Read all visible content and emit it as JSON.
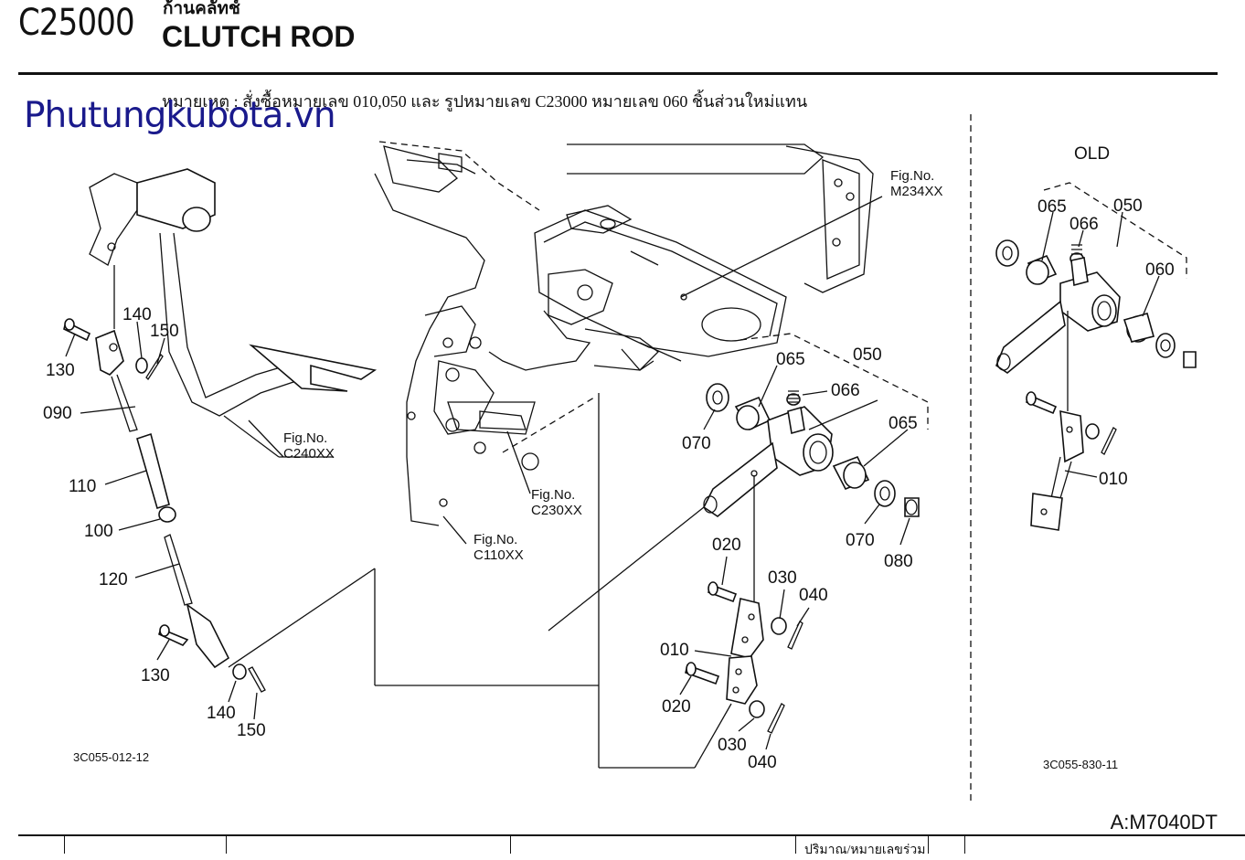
{
  "header": {
    "code": "C25000",
    "title_th": "ก้านคลัทช์",
    "title_en": "CLUTCH ROD",
    "note": "หมายเหตุ : สั่งซื้อหมายเลข 010,050 และ รูปหมายเลข C23000 หมายเลข 060 ชิ้นส่วนใหม่แทน"
  },
  "watermark": "Phutungkubota.vn",
  "left_diagram": {
    "labels": [
      "140",
      "150",
      "130",
      "090",
      "110",
      "100",
      "120",
      "130",
      "140",
      "150"
    ],
    "fig_ref": {
      "line1": "Fig.No.",
      "line2": "C240XX"
    },
    "drawing_number": "3C055-012-12"
  },
  "center_diagram": {
    "fig_refs": [
      {
        "line1": "Fig.No.",
        "line2": "M234XX"
      },
      {
        "line1": "Fig.No.",
        "line2": "C230XX"
      },
      {
        "line1": "Fig.No.",
        "line2": "C110XX"
      }
    ],
    "labels": [
      "065",
      "050",
      "066",
      "065",
      "070",
      "070",
      "080",
      "020",
      "030",
      "040",
      "010",
      "020",
      "030",
      "040"
    ]
  },
  "old_diagram": {
    "heading": "OLD",
    "labels": [
      "065",
      "066",
      "050",
      "060",
      "010"
    ],
    "drawing_number": "3C055-830-11"
  },
  "footer": {
    "model": "A:M7040DT",
    "table_header_partial": "ปริมาณ/หมายเลขร่วม"
  }
}
